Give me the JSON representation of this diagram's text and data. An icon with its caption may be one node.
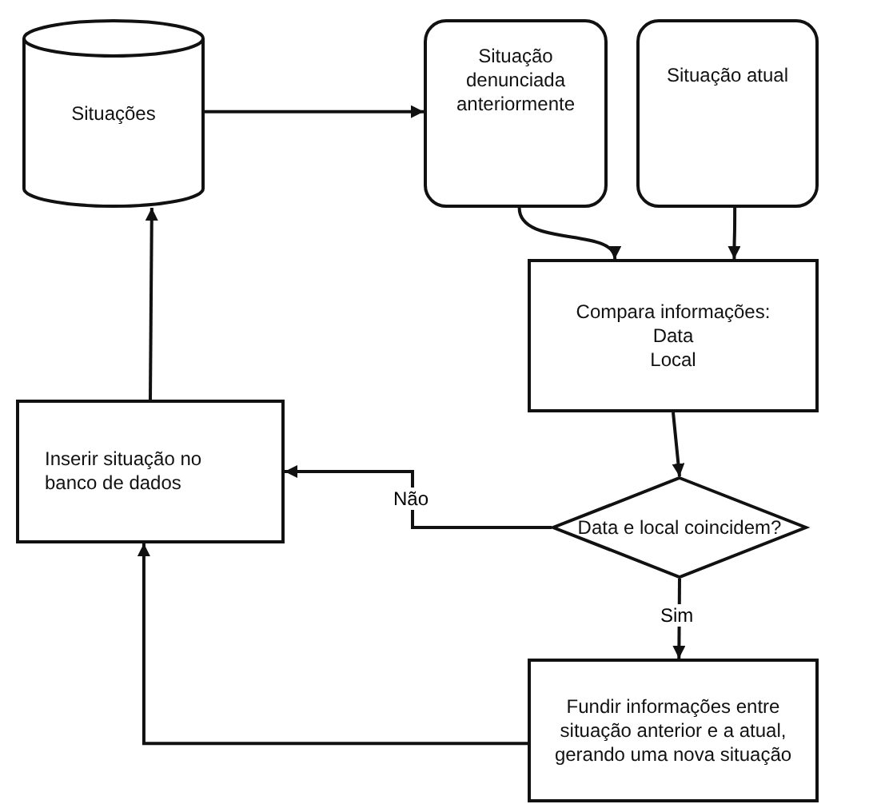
{
  "diagram": {
    "nodes": [
      {
        "text": [
          "Situações"
        ]
      },
      {
        "text": [
          "Situação denunciada anteriormente"
        ]
      },
      {
        "text": [
          "Situação atual"
        ]
      },
      {
        "text": [
          "Compara informações:",
          "Data",
          "Local"
        ]
      },
      {
        "text": [
          "Data e local coincidem?"
        ]
      },
      {
        "text": [
          "Inserir situação no banco de dados"
        ]
      },
      {
        "text": [
          "Fundir informações entre situação anterior e a atual, gerando uma nova situação"
        ]
      }
    ],
    "edges": [
      {
        "from": 0,
        "to": 1,
        "arrow": "to"
      },
      {
        "from": 1,
        "to": 3,
        "arrow": "to"
      },
      {
        "from": 2,
        "to": 3,
        "arrow": "to"
      },
      {
        "from": 3,
        "to": 4,
        "arrow": "to"
      },
      {
        "from": 4,
        "to": 5,
        "arrow": "to",
        "label": "Não"
      },
      {
        "from": 4,
        "to": 6,
        "arrow": "to",
        "label": "Sim"
      },
      {
        "from": 6,
        "to": 5,
        "arrow": "to"
      },
      {
        "from": 5,
        "to": 0,
        "arrow": "to"
      }
    ]
  }
}
